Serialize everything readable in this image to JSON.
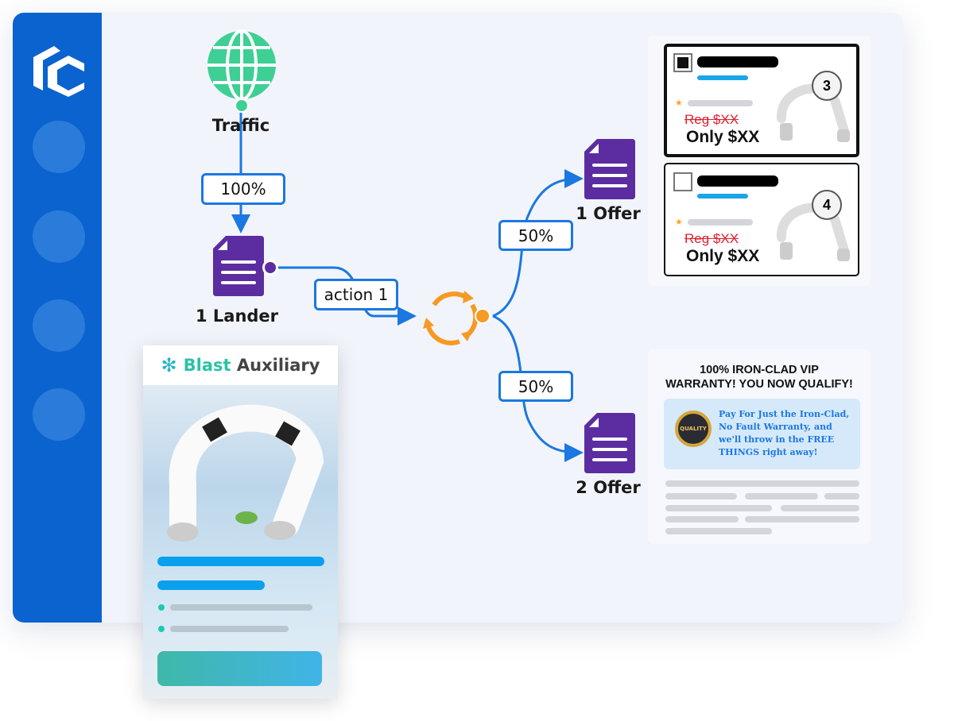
{
  "nodes": {
    "traffic": "Traffic",
    "lander": "1 Lander",
    "offer1": "1 Offer",
    "offer2": "2 Offer"
  },
  "edges": {
    "traffic_to_lander": "100%",
    "lander_action": "action 1",
    "split_top": "50%",
    "split_bottom": "50%"
  },
  "offer_cards": [
    {
      "badge": "3",
      "reg_price": "Reg $XX",
      "price": "Only $XX",
      "selected": true
    },
    {
      "badge": "4",
      "reg_price": "Reg $XX",
      "price": "Only $XX",
      "selected": false
    }
  ],
  "warranty": {
    "title_line1": "100% IRON-CLAD VIP",
    "title_line2": "WARRANTY! YOU NOW QUALIFY!",
    "body": "Pay For Just the Iron-Clad, No Fault Warranty, and we'll throw in the FREE THINGS right away!",
    "seal_text": "QUALITY"
  },
  "lander_preview": {
    "brand_part1": "Blast",
    "brand_part2": "Auxiliary"
  },
  "colors": {
    "sidebar": "#0a63cf",
    "accent_blue": "#1a78e0",
    "purple": "#5b2da0",
    "green": "#3ecf94",
    "orange": "#f59a23"
  }
}
